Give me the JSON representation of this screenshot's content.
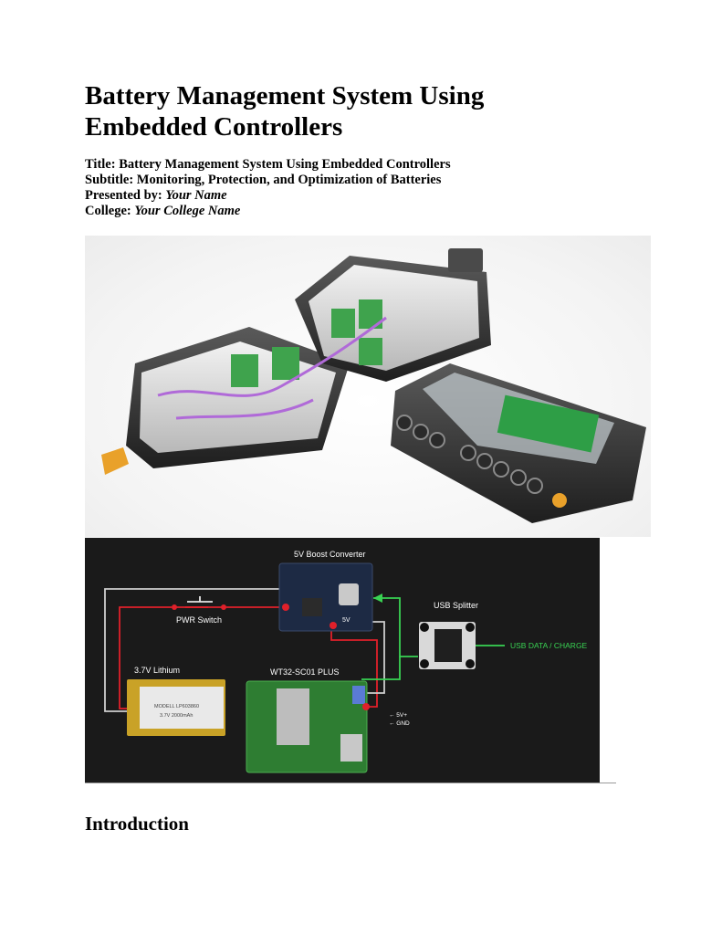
{
  "document": {
    "heading": "Battery Management System Using Embedded Controllers",
    "title_label": "Title:",
    "title_value": "Battery Management System Using Embedded Controllers",
    "subtitle_label": "Subtitle:",
    "subtitle_value": "Monitoring, Protection, and Optimization of Batteries",
    "presented_label": "Presented by:",
    "presented_value": "Your Name",
    "college_label": "College:",
    "college_value": "Your College Name",
    "section_heading": "Introduction"
  },
  "diagram": {
    "boost_converter": "5V Boost Converter",
    "pwr_switch": "PWR Switch",
    "usb_splitter": "USB Splitter",
    "usb_data_charge": "USB DATA / CHARGE",
    "lithium": "3.7V Lithium",
    "battery_model": "MODELL LP603860",
    "battery_spec": "3.7V 2000mAh",
    "board": "WT32-SC01 PLUS",
    "pin_5v": "← 5V+",
    "pin_gnd": "← GND",
    "pin_5v_short": "5V"
  },
  "colors": {
    "wire_red": "#e0202a",
    "wire_green": "#39d353",
    "pcb_green": "#2e7d32",
    "board_blue": "#1d2a44"
  }
}
